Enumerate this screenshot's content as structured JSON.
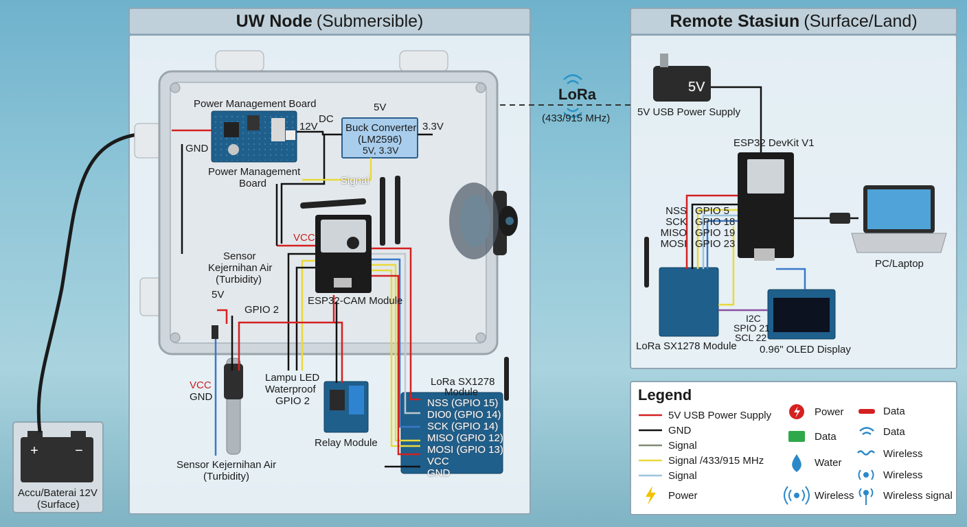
{
  "uw_node": {
    "title_bold": "UW Node",
    "title_rest": "(Submersible)",
    "power_board_top": "Power Management Board",
    "power_board_bottom": [
      "Power Management",
      "Board"
    ],
    "v12": "12V",
    "dc": "DC",
    "v5_top": "5V",
    "v33": "3.3V",
    "gnd_left": "GND",
    "buck_title": "Buck Converter",
    "buck_model": "(LM2596)",
    "buck_out": "5V, 3.3V",
    "signal": "Signal",
    "vcc_cam": "VCC",
    "esp32cam": "ESP32-CAM Module",
    "turbidity_top": [
      "Sensor",
      "Kejernihan Air",
      "(Turbidity)"
    ],
    "v5_sensor": "5V",
    "gpio2": "GPIO 2",
    "vcc_sensor": "VCC",
    "gnd_sensor": "GND",
    "led": [
      "Lampu LED",
      "Waterproof",
      "GPIO 2"
    ],
    "relay": "Relay Module",
    "turbidity_bottom": [
      "Sensor Kejernihan Air",
      "(Turbidity)"
    ],
    "lora_title": [
      "LoRa SX1278",
      "Module"
    ],
    "lora_pins": [
      "NSS (GPIO 15)",
      "DIO0 (GPIO 14)",
      "SCK (GPIO 14)",
      "MISO (GPIO 12)",
      "MOSI (GPIO 13)",
      "VCC",
      "GND"
    ],
    "battery": [
      "Accu/Baterai 12V",
      "(Surface)"
    ]
  },
  "link": {
    "name": "LoRa",
    "freq": "(433/915 MHz)"
  },
  "remote": {
    "title_bold": "Remote Stasiun",
    "title_rest": "(Surface/Land)",
    "psu_label": "5V",
    "psu_name": "5V USB Power Supply",
    "devkit": "ESP32 DevKit V1",
    "spi_names": [
      "NSS",
      "SCK",
      "MISO",
      "MOSI"
    ],
    "spi_gpios": [
      "GPIO 5",
      "GPIO 18",
      "GPIO 19",
      "GPIO 23"
    ],
    "pc": "PC/Laptop",
    "i2c": [
      "I2C",
      "SPIO 21",
      "SCL 22"
    ],
    "lora": "LoRa SX1278 Module",
    "oled": "0.96\" OLED Display"
  },
  "legend": {
    "title": "Legend",
    "lines": [
      {
        "label": "5V  USB Power Supply",
        "color": "#d42020"
      },
      {
        "label": "GND",
        "color": "#111111"
      },
      {
        "label": "Signal",
        "color": "#7f8a74"
      },
      {
        "label": "Signal /433/915 MHz",
        "color": "#e9d93a"
      },
      {
        "label": "Signal",
        "color": "#9cc3dd"
      },
      {
        "label": "Power",
        "color": "#f2c200"
      }
    ],
    "col2": [
      "Power",
      "Data",
      "Water",
      "Wireless"
    ],
    "col3": [
      "Data",
      "Data",
      "Wireless",
      "Wireless",
      "Wireless signal"
    ]
  },
  "colors": {
    "power": "#d42020",
    "gnd": "#111111",
    "signal_yellow": "#e9d93a",
    "signal_blue": "#3a78c8",
    "pcb": "#1f5f8c",
    "buck": "#a9cdec"
  }
}
